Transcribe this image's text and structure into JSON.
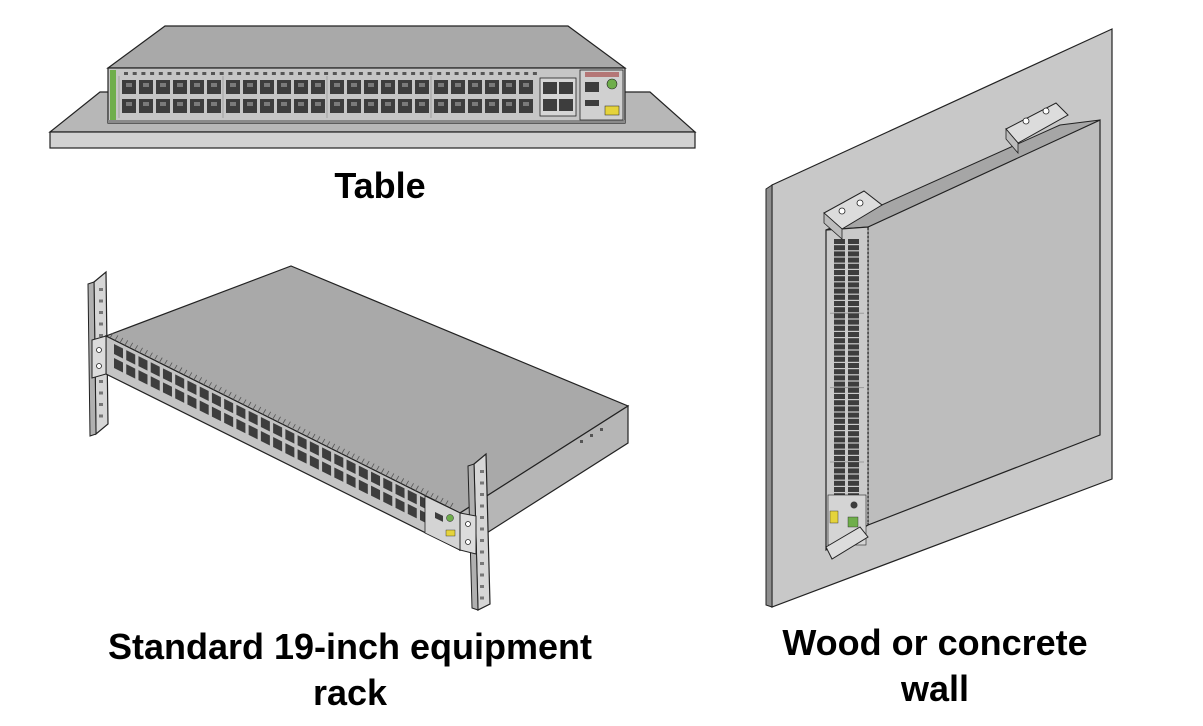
{
  "captions": {
    "table": "Table",
    "rack_line1": "Standard 19-inch equipment",
    "rack_line2": "rack",
    "wall_line1": "Wood or concrete",
    "wall_line2": "wall"
  },
  "colors": {
    "chassis_top": "#a9a9a9",
    "chassis_front": "#c2c2c2",
    "chassis_side": "#b3b3b3",
    "port": "#3d3d3d",
    "port_led": "#6fae4b",
    "wall_face": "#c8c8c8",
    "wall_edge": "#8e8e8e",
    "table_top": "#b7b7b7",
    "table_edge": "#d2d2d2",
    "bracket": "#dcdcdc",
    "label_yellow": "#e5d33b",
    "outline": "#222222"
  }
}
